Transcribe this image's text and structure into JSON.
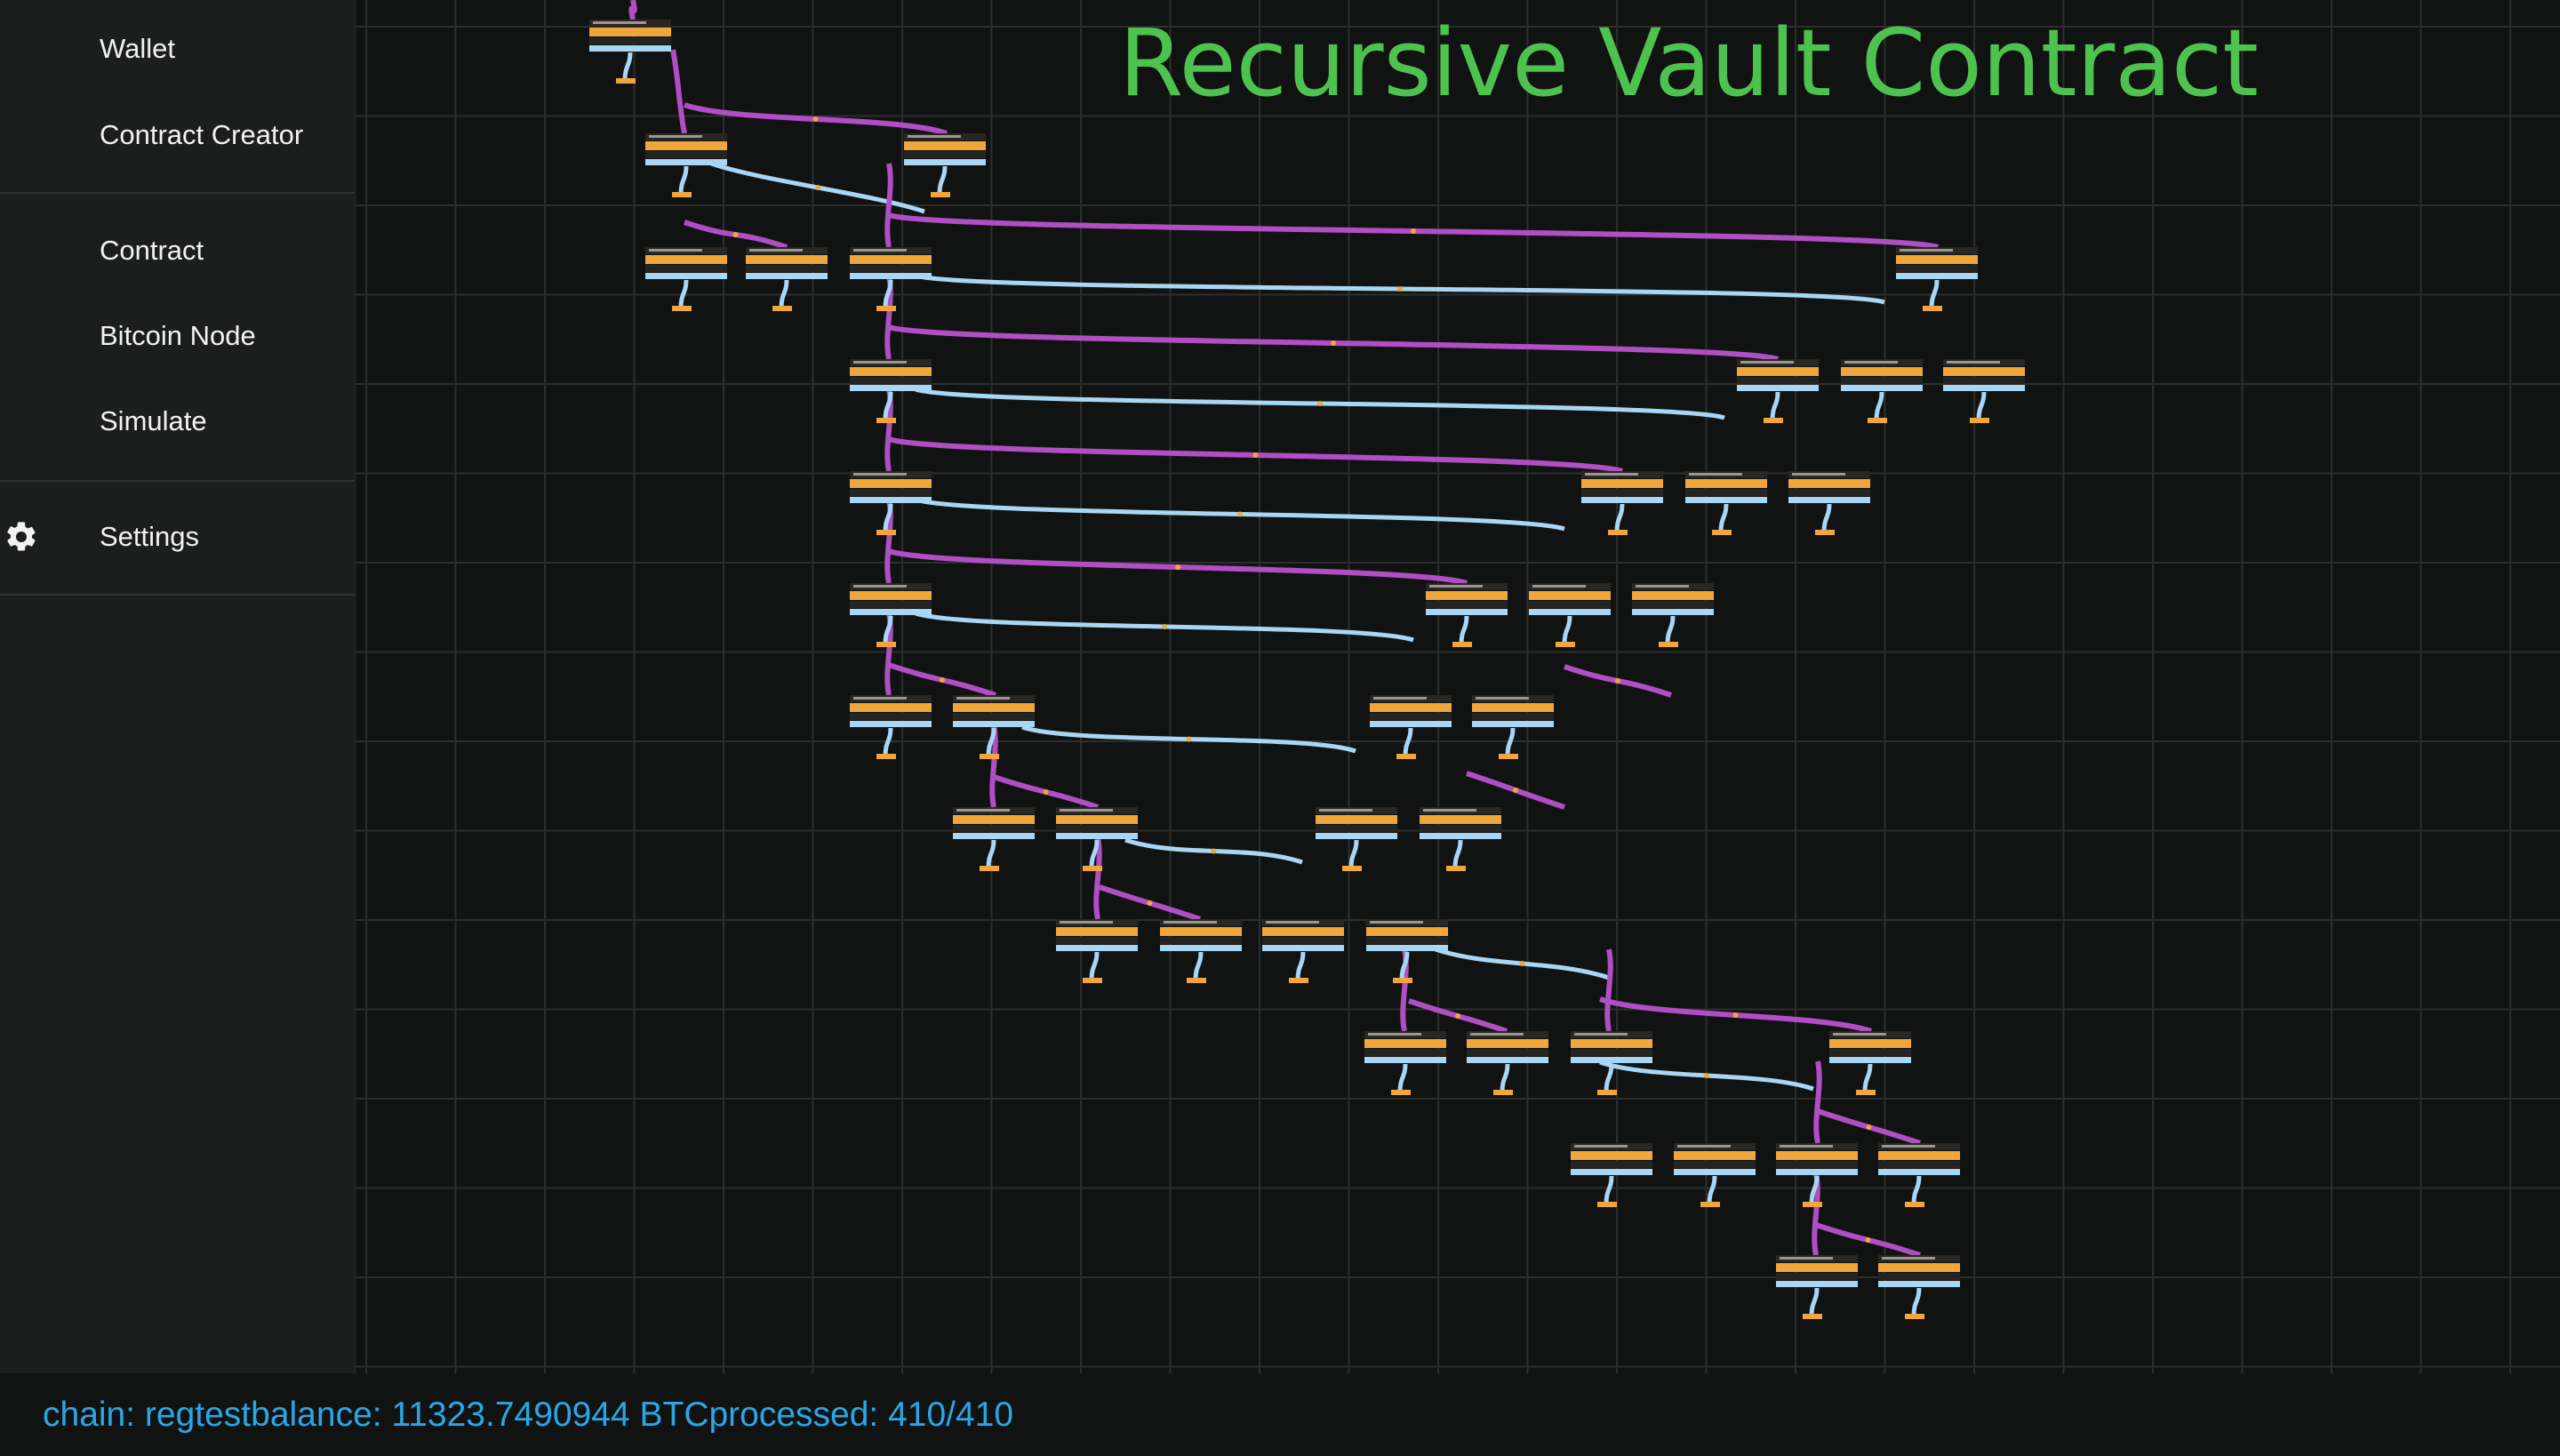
{
  "sidebar": {
    "items": [
      {
        "label": "Wallet"
      },
      {
        "label": "Contract Creator"
      },
      {
        "label": "Contract"
      },
      {
        "label": "Bitcoin Node"
      },
      {
        "label": "Simulate"
      },
      {
        "label": "Settings",
        "icon": "gear-icon"
      }
    ]
  },
  "canvas": {
    "title": "Recursive Vault Contract",
    "title_color": "#4ec24e",
    "node_header_color": "#f0a63c",
    "node_input_color": "#a8d6f4",
    "edge_colors": {
      "spend": "#b04ec4",
      "link": "#a8d6f4"
    }
  },
  "status": {
    "chain": "chain: regtest",
    "balance": "balance: 11323.7490944 BTC",
    "processed": "processed: 410/410",
    "color": "#2aa6e6"
  }
}
